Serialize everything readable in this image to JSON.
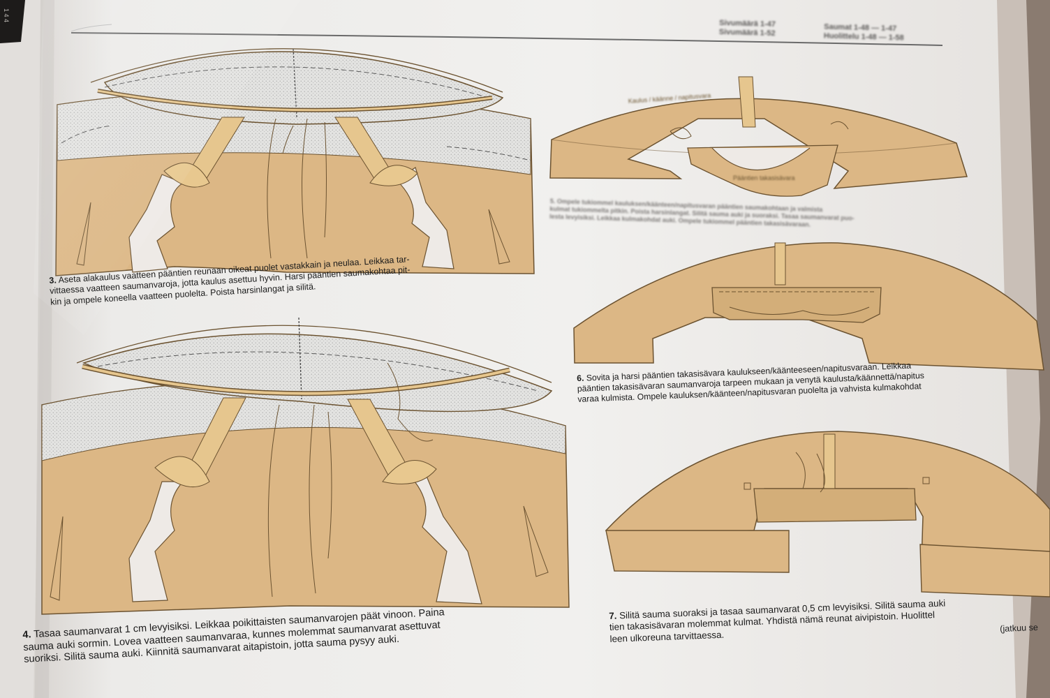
{
  "header": {
    "left_line1": "Sivumäärä 1-47",
    "left_line2": "Sivumäärä 1-52",
    "right_line1": "Saumat 1-48 — 1-47",
    "right_line2": "Huolittelu 1-48 — 1-58"
  },
  "page_margin_mark": "1 4 4",
  "figures": {
    "step3": {
      "number": "3.",
      "lines": [
        "Aseta alakaulus vaatteen pääntien reunaan oikeat puolet vastakkain ja neulaa. Leikkaa tar-",
        "vittaessa vaatteen saumanvaroja, jotta kaulus asettuu hyvin. Harsi pääntien saumakohtaa pit-",
        "kin ja ompele koneella vaatteen puolelta. Poista harsinlangat ja silitä."
      ]
    },
    "step4": {
      "number": "4.",
      "lines": [
        "Tasaa saumanvarat 1 cm levyisiksi. Leikkaa poikittaisten saumanvarojen päät vinoon. Paina",
        "sauma auki sormin. Lovea vaatteen saumanvaraa, kunnes molemmat saumanvarat asettuvat",
        "suoriksi. Silitä sauma auki. Kiinnitä saumanvarat aitapistoin, jotta sauma pysyy auki."
      ]
    },
    "step5": {
      "number": "5.",
      "lines": [
        "Ompele tukiommel kauluksen/käänteen/napitusvaran pääntien saumakohtaan ja valmista",
        "kulmat tukiommelta pitkin. Poista harsinlangat. Silitä sauma auki ja suoraksi. Tasaa saumanvarat puo-",
        "lesta levyisiksi. Leikkaa kulmakohdat auki. Ompele tukiommel pääntien takasisävaraan."
      ],
      "labels": {
        "top_left": "Kaulus / käänne / napitusvara",
        "bottom": "Pääntien takasisävara"
      }
    },
    "step6": {
      "number": "6.",
      "lines": [
        "Sovita ja harsi pääntien takasisävara kaulukseen/käänteeseen/napitusvaraan. Leikkaa",
        "pääntien takasisävaran saumanvaroja tarpeen mukaan ja venytä kaulusta/käännettä/napitus",
        "varaa kulmista. Ompele kauluksen/käänteen/napitusvaran puolelta ja vahvista kulmakohdat"
      ]
    },
    "step7": {
      "number": "7.",
      "lines": [
        "Silitä sauma suoraksi ja tasaa saumanvarat 0,5 cm levyisiksi. Silitä sauma auki",
        "tien takasisävaran molemmat kulmat. Yhdistä nämä reunat aivipistoin. Huolittel",
        "leen ulkoreuna tarvittaessa."
      ],
      "continuation": "(jatkuu se"
    }
  },
  "colors": {
    "fabric": "#dcb785",
    "fabric_edge": "#6b5230",
    "seam_band": "#e6c68e",
    "paper": "#eeeae6",
    "interfacing": "#e4e4e2",
    "text": "#1b1b1b"
  }
}
